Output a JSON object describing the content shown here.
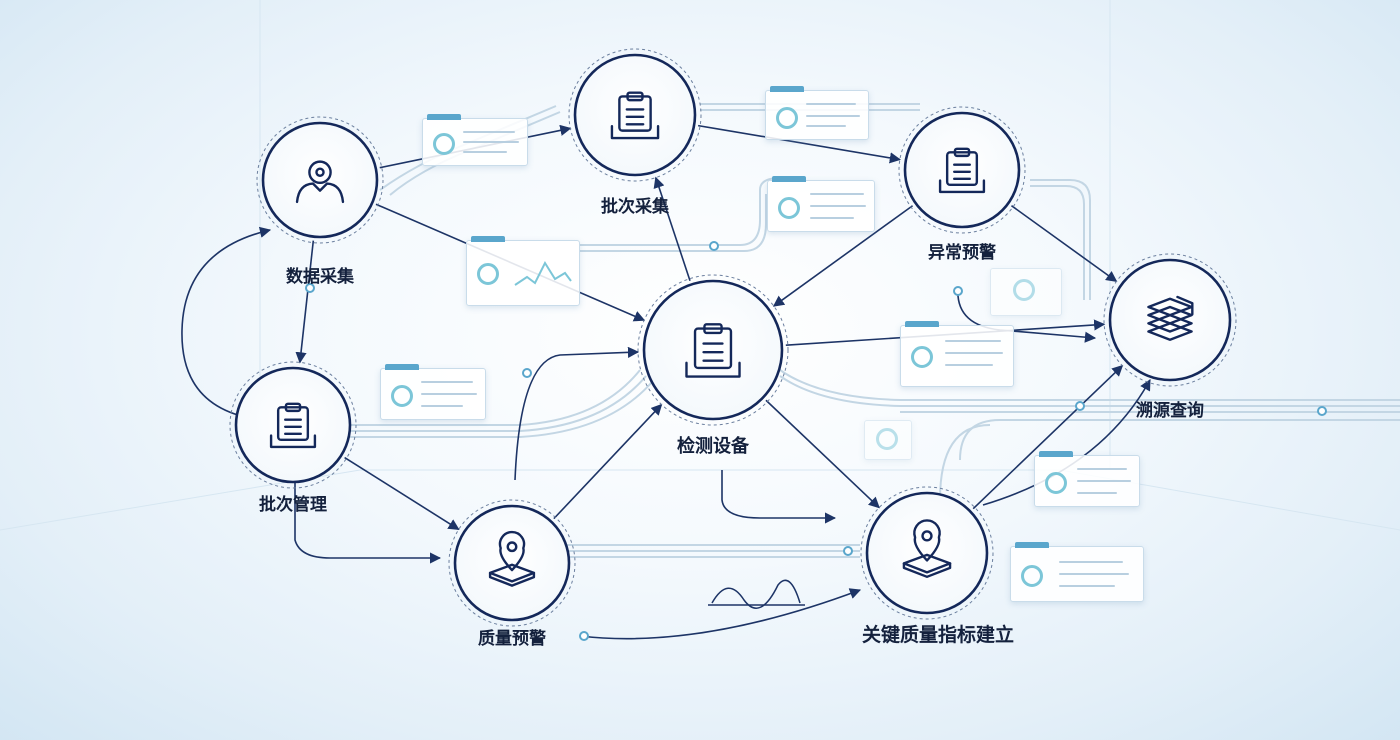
{
  "diagram": {
    "nodes": [
      {
        "id": "data-collect",
        "label": "数据采集",
        "icon": "person-pin-icon"
      },
      {
        "id": "batch-collect",
        "label": "批次采集",
        "icon": "clipboard-icon"
      },
      {
        "id": "anomaly-warn",
        "label": "异常预警",
        "icon": "clipboard-icon"
      },
      {
        "id": "trace-query",
        "label": "溯源查询",
        "icon": "layers-icon"
      },
      {
        "id": "test-device",
        "label": "检测设备",
        "icon": "clipboard-icon"
      },
      {
        "id": "batch-manage",
        "label": "批次管理",
        "icon": "clipboard-icon"
      },
      {
        "id": "quality-warn",
        "label": "质量预警",
        "icon": "map-pin-icon"
      },
      {
        "id": "kpi-build",
        "label": "关键质量指标建立",
        "icon": "map-pin-icon"
      }
    ],
    "edges": [
      {
        "from": "data-collect",
        "to": "batch-collect"
      },
      {
        "from": "batch-collect",
        "to": "anomaly-warn"
      },
      {
        "from": "anomaly-warn",
        "to": "trace-query"
      },
      {
        "from": "anomaly-warn",
        "to": "test-device"
      },
      {
        "from": "data-collect",
        "to": "test-device"
      },
      {
        "from": "test-device",
        "to": "batch-collect"
      },
      {
        "from": "data-collect",
        "to": "batch-manage"
      },
      {
        "from": "batch-manage",
        "to": "quality-warn"
      },
      {
        "from": "quality-warn",
        "to": "test-device"
      },
      {
        "from": "test-device",
        "to": "kpi-build"
      },
      {
        "from": "test-device",
        "to": "trace-query"
      },
      {
        "from": "kpi-build",
        "to": "trace-query"
      }
    ],
    "colors": {
      "node_stroke": "#14285a",
      "edge": "#1d3466",
      "accent": "#5aa6cc",
      "pipe": "#c7d9e6"
    }
  }
}
